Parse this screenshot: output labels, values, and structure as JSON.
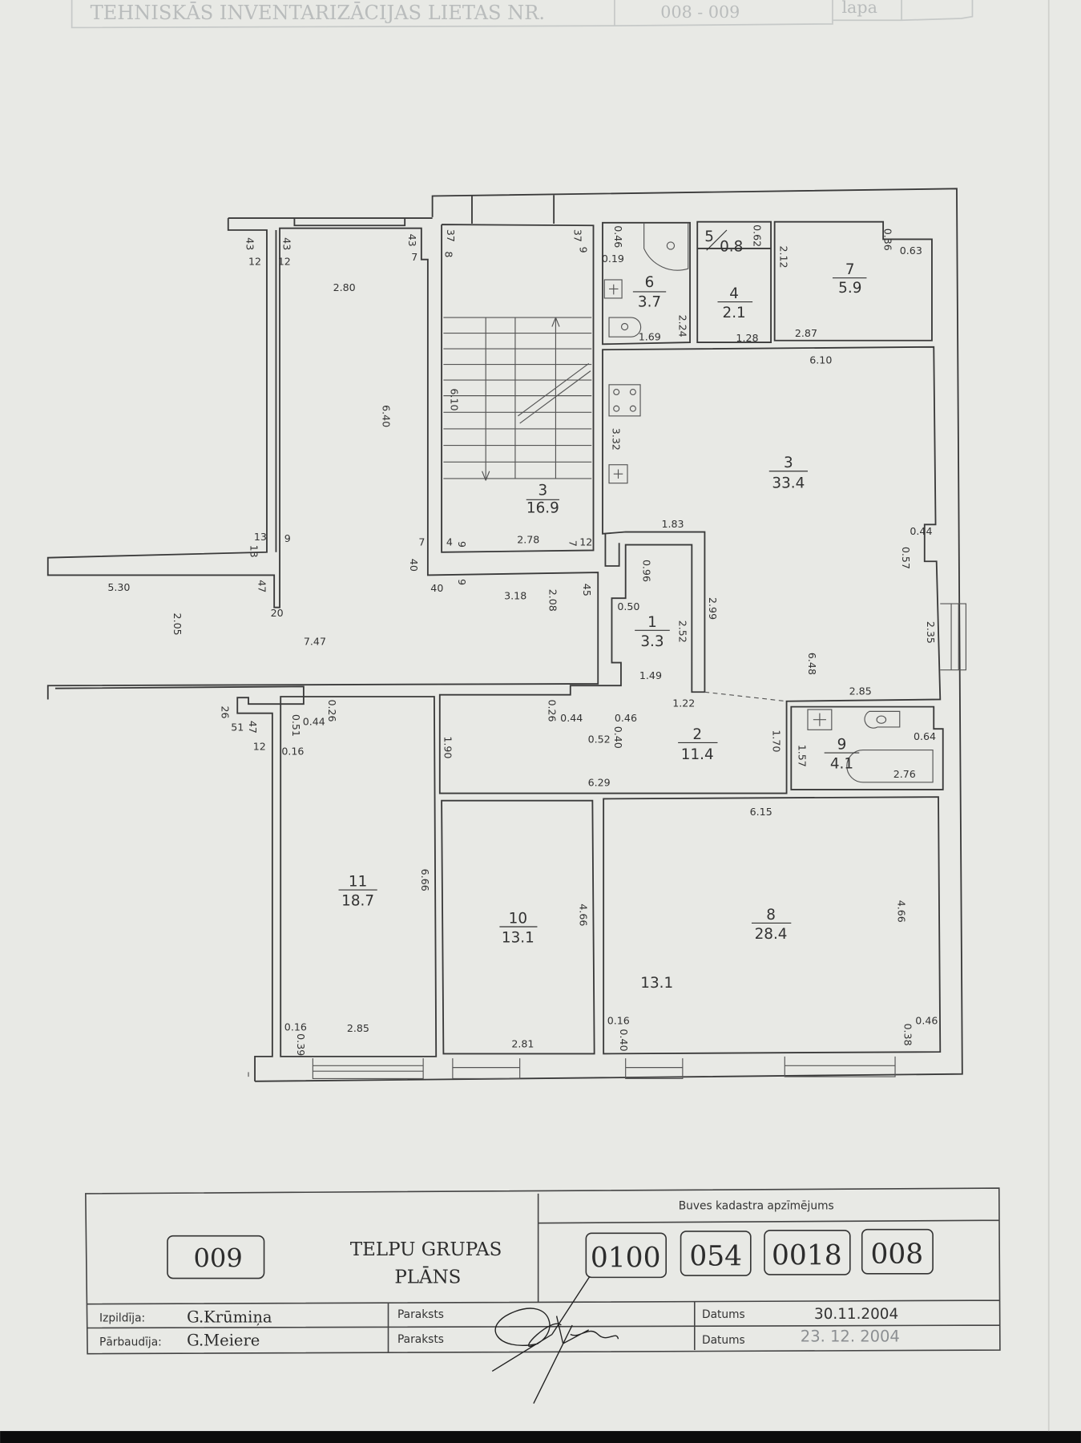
{
  "header": {
    "case_label": "TEHNISKĀS INVENTARIZĀCIJAS LIETAS NR.",
    "case_number": "008 - 009",
    "sheet_label": "lapa"
  },
  "rooms": [
    {
      "number": "3",
      "area": "16.9"
    },
    {
      "number": "6",
      "area": "3.7"
    },
    {
      "number": "5",
      "area": "0.8"
    },
    {
      "number": "4",
      "area": "2.1"
    },
    {
      "number": "7",
      "area": "5.9"
    },
    {
      "number": "3",
      "area": "33.4"
    },
    {
      "number": "1",
      "area": "3.3"
    },
    {
      "number": "2",
      "area": "11.4"
    },
    {
      "number": "9",
      "area": "4.1"
    },
    {
      "number": "11",
      "area": "18.7"
    },
    {
      "number": "10",
      "area": "13.1"
    },
    {
      "number": "8",
      "area": "28.4"
    }
  ],
  "dims": [
    "43",
    "12",
    "43",
    "12",
    "43",
    "7",
    "2.80",
    "6.40",
    "37",
    "8",
    "37",
    "9",
    "6.10",
    "0.46",
    "0.19",
    "1.69",
    "2.24",
    "0.62",
    "1.28",
    "2.12",
    "0.36",
    "0.63",
    "2.87",
    "6.10",
    "3.32",
    "13",
    "9",
    "13",
    "7",
    "4",
    "9",
    "2.78",
    "7",
    "12",
    "40",
    "40",
    "9",
    "3.18",
    "2.08",
    "45",
    "5.30",
    "47",
    "20",
    "2.05",
    "7.47",
    "1.83",
    "0.96",
    "0.50",
    "2.52",
    "1.49",
    "2.99",
    "0.44",
    "0.57",
    "2.35",
    "6.48",
    "2.85",
    "26",
    "51",
    "47",
    "12",
    "0.26",
    "0.51",
    "0.44",
    "0.16",
    "1.90",
    "0.26",
    "0.44",
    "0.46",
    "0.52",
    "0.40",
    "1.22",
    "1.70",
    "1.57",
    "0.64",
    "2.76",
    "6.29",
    "6.15",
    "6.66",
    "4.66",
    "4.66",
    "13.1",
    "0.16",
    "2.85",
    "0.39",
    "2.81",
    "0.16",
    "0.40",
    "0.46",
    "0.38"
  ],
  "title_block": {
    "group_number": "009",
    "title_line1": "TELPU GRUPAS",
    "title_line2": "PLĀNS",
    "cadastre_label": "Buves kadastra apzīmējums",
    "cadastre_parts": [
      "0100",
      "054",
      "0018",
      "008"
    ],
    "rows": [
      {
        "role_label": "Izpildīja:",
        "name": "G.Krūmiņa",
        "sign_label": "Paraksts",
        "date_label": "Datums",
        "date": "30.11.2004"
      },
      {
        "role_label": "Pārbaudīja:",
        "name": "G.Meiere",
        "sign_label": "Paraksts",
        "date_label": "Datums",
        "date": "23. 12. 2004"
      }
    ]
  }
}
